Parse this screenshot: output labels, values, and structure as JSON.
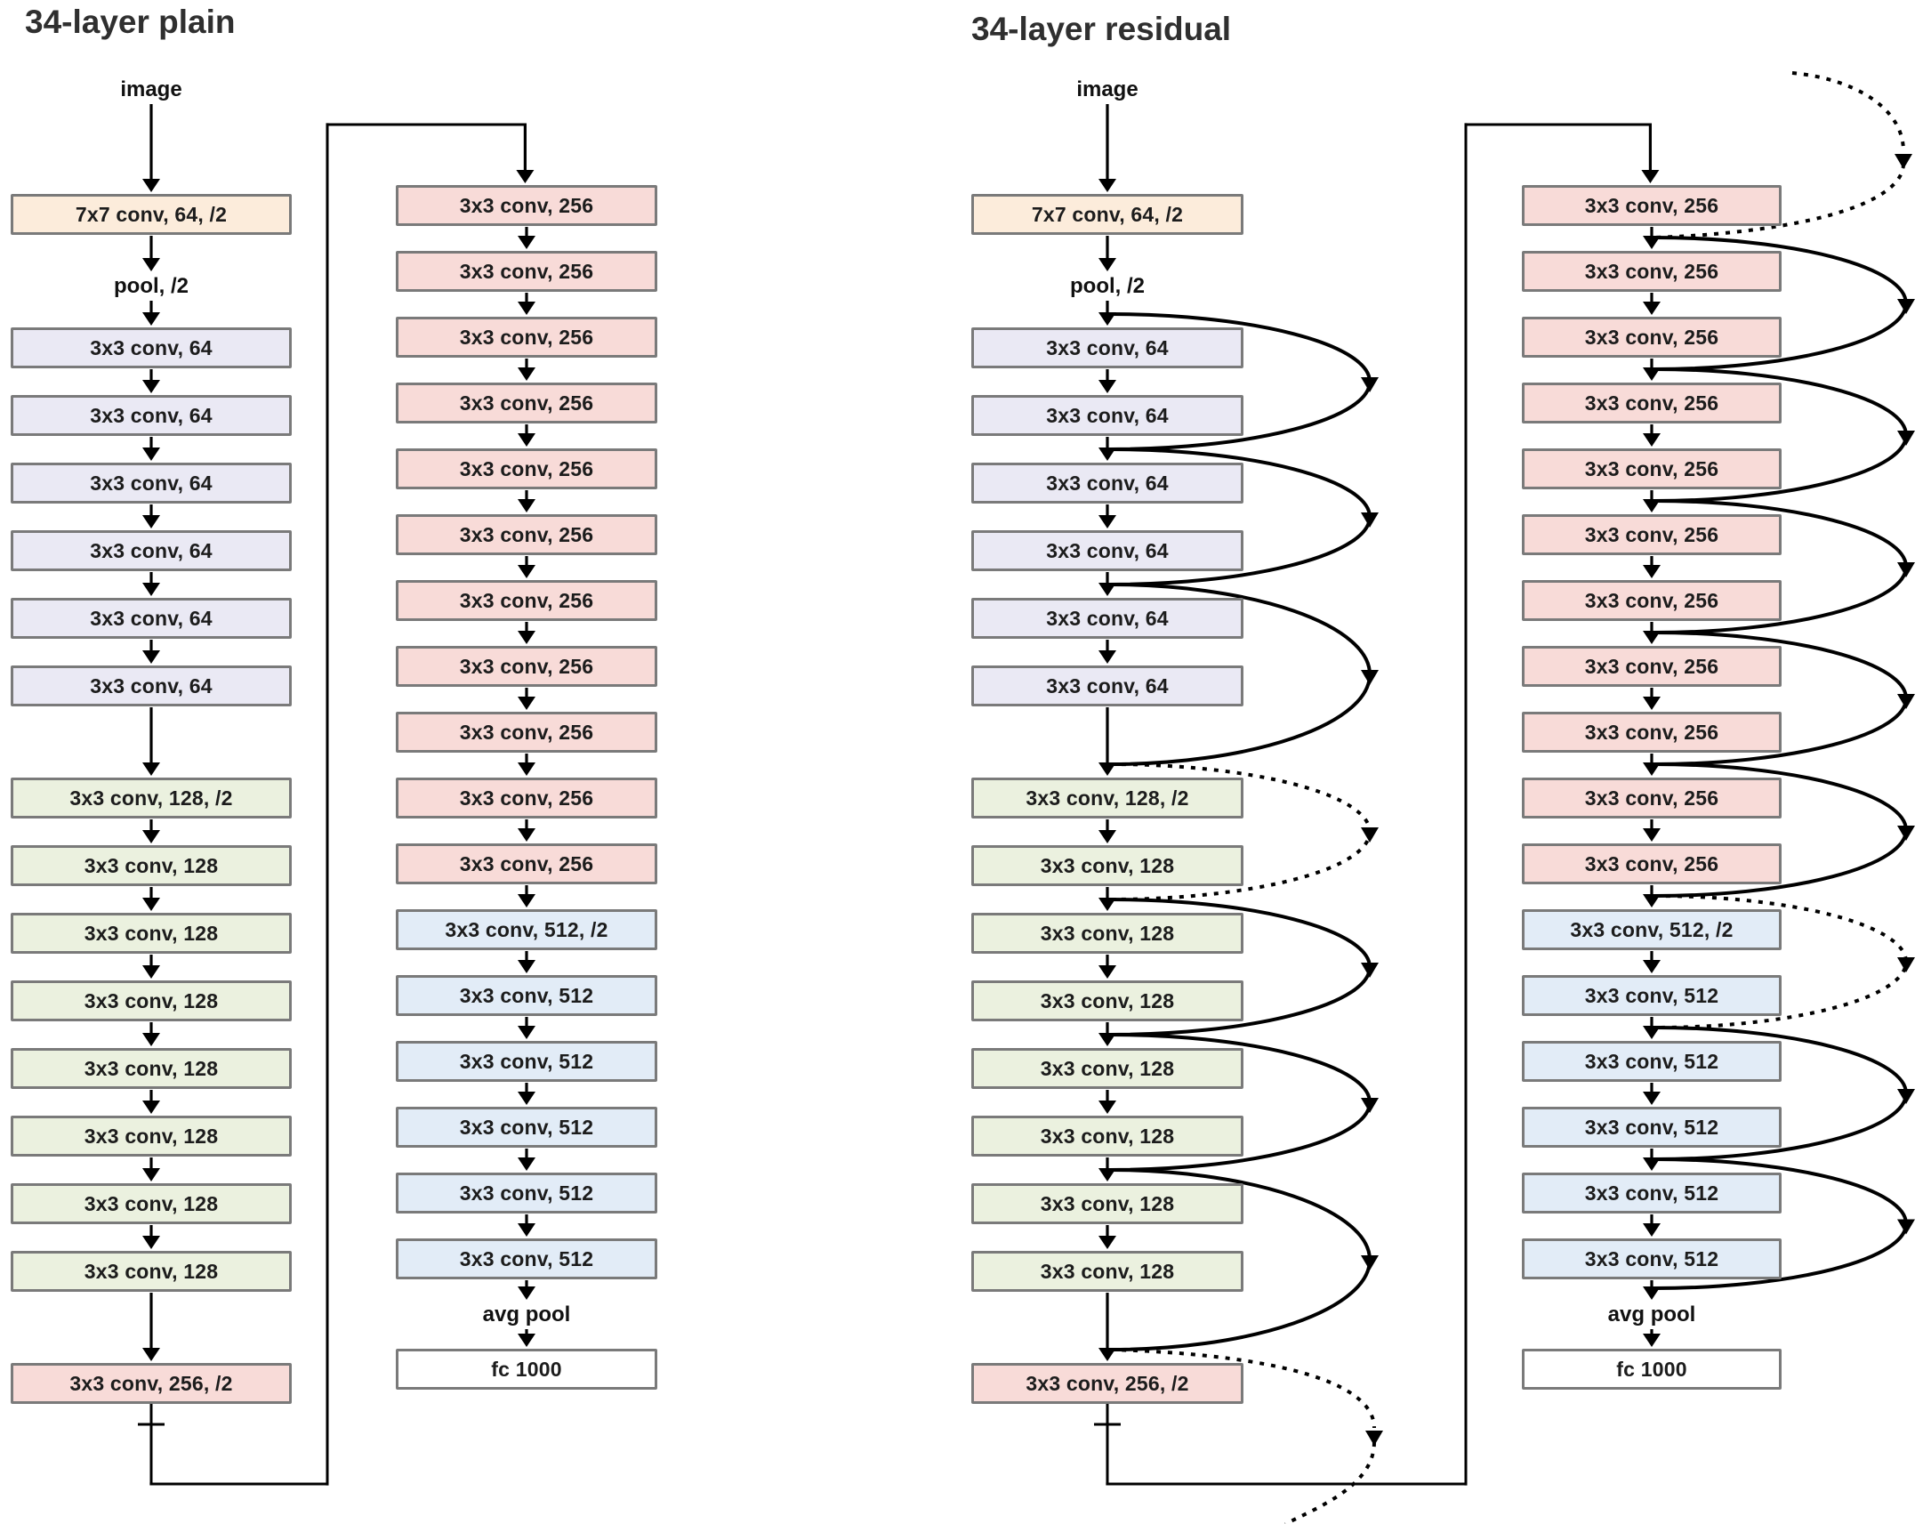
{
  "figure": {
    "background": "#ffffff"
  },
  "colors": {
    "orange": "#fcecdb",
    "lavender": "#eae9f4",
    "green": "#ebf1df",
    "pink": "#f8dbd8",
    "blue": "#e2ecf7",
    "white": "#ffffff",
    "box_border": "#7a7a7a",
    "line": "#000000",
    "title_text": "#2f2f2f",
    "label_text": "#111111"
  },
  "diagrams": [
    {
      "title": "34-layer plain",
      "residual": false,
      "col1": [
        {
          "kind": "text",
          "label": "image"
        },
        {
          "kind": "box",
          "label": "7x7 conv, 64, /2",
          "color": "orange"
        },
        {
          "kind": "text",
          "label": "pool, /2"
        },
        {
          "kind": "box",
          "label": "3x3 conv, 64",
          "color": "lavender"
        },
        {
          "kind": "box",
          "label": "3x3 conv, 64",
          "color": "lavender"
        },
        {
          "kind": "box",
          "label": "3x3 conv, 64",
          "color": "lavender"
        },
        {
          "kind": "box",
          "label": "3x3 conv, 64",
          "color": "lavender"
        },
        {
          "kind": "box",
          "label": "3x3 conv, 64",
          "color": "lavender"
        },
        {
          "kind": "box",
          "label": "3x3 conv, 64",
          "color": "lavender"
        },
        {
          "kind": "box",
          "label": "3x3 conv, 128, /2",
          "color": "green"
        },
        {
          "kind": "box",
          "label": "3x3 conv, 128",
          "color": "green"
        },
        {
          "kind": "box",
          "label": "3x3 conv, 128",
          "color": "green"
        },
        {
          "kind": "box",
          "label": "3x3 conv, 128",
          "color": "green"
        },
        {
          "kind": "box",
          "label": "3x3 conv, 128",
          "color": "green"
        },
        {
          "kind": "box",
          "label": "3x3 conv, 128",
          "color": "green"
        },
        {
          "kind": "box",
          "label": "3x3 conv, 128",
          "color": "green"
        },
        {
          "kind": "box",
          "label": "3x3 conv, 128",
          "color": "green"
        },
        {
          "kind": "box",
          "label": "3x3 conv, 256, /2",
          "color": "pink"
        }
      ],
      "col2": [
        {
          "kind": "box",
          "label": "3x3 conv, 256",
          "color": "pink"
        },
        {
          "kind": "box",
          "label": "3x3 conv, 256",
          "color": "pink"
        },
        {
          "kind": "box",
          "label": "3x3 conv, 256",
          "color": "pink"
        },
        {
          "kind": "box",
          "label": "3x3 conv, 256",
          "color": "pink"
        },
        {
          "kind": "box",
          "label": "3x3 conv, 256",
          "color": "pink"
        },
        {
          "kind": "box",
          "label": "3x3 conv, 256",
          "color": "pink"
        },
        {
          "kind": "box",
          "label": "3x3 conv, 256",
          "color": "pink"
        },
        {
          "kind": "box",
          "label": "3x3 conv, 256",
          "color": "pink"
        },
        {
          "kind": "box",
          "label": "3x3 conv, 256",
          "color": "pink"
        },
        {
          "kind": "box",
          "label": "3x3 conv, 256",
          "color": "pink"
        },
        {
          "kind": "box",
          "label": "3x3 conv, 256",
          "color": "pink"
        },
        {
          "kind": "box",
          "label": "3x3 conv, 512, /2",
          "color": "blue"
        },
        {
          "kind": "box",
          "label": "3x3 conv, 512",
          "color": "blue"
        },
        {
          "kind": "box",
          "label": "3x3 conv, 512",
          "color": "blue"
        },
        {
          "kind": "box",
          "label": "3x3 conv, 512",
          "color": "blue"
        },
        {
          "kind": "box",
          "label": "3x3 conv, 512",
          "color": "blue"
        },
        {
          "kind": "box",
          "label": "3x3 conv, 512",
          "color": "blue"
        },
        {
          "kind": "text",
          "label": "avg pool"
        },
        {
          "kind": "box",
          "label": "fc 1000",
          "color": "white"
        }
      ],
      "shortcuts": {
        "col1": [],
        "col2": []
      }
    },
    {
      "title": "34-layer residual",
      "residual": true,
      "col1": [
        {
          "kind": "text",
          "label": "image"
        },
        {
          "kind": "box",
          "label": "7x7 conv, 64, /2",
          "color": "orange"
        },
        {
          "kind": "text",
          "label": "pool, /2"
        },
        {
          "kind": "box",
          "label": "3x3 conv, 64",
          "color": "lavender"
        },
        {
          "kind": "box",
          "label": "3x3 conv, 64",
          "color": "lavender"
        },
        {
          "kind": "box",
          "label": "3x3 conv, 64",
          "color": "lavender"
        },
        {
          "kind": "box",
          "label": "3x3 conv, 64",
          "color": "lavender"
        },
        {
          "kind": "box",
          "label": "3x3 conv, 64",
          "color": "lavender"
        },
        {
          "kind": "box",
          "label": "3x3 conv, 64",
          "color": "lavender"
        },
        {
          "kind": "box",
          "label": "3x3 conv, 128, /2",
          "color": "green"
        },
        {
          "kind": "box",
          "label": "3x3 conv, 128",
          "color": "green"
        },
        {
          "kind": "box",
          "label": "3x3 conv, 128",
          "color": "green"
        },
        {
          "kind": "box",
          "label": "3x3 conv, 128",
          "color": "green"
        },
        {
          "kind": "box",
          "label": "3x3 conv, 128",
          "color": "green"
        },
        {
          "kind": "box",
          "label": "3x3 conv, 128",
          "color": "green"
        },
        {
          "kind": "box",
          "label": "3x3 conv, 128",
          "color": "green"
        },
        {
          "kind": "box",
          "label": "3x3 conv, 128",
          "color": "green"
        },
        {
          "kind": "box",
          "label": "3x3 conv, 256, /2",
          "color": "pink"
        }
      ],
      "col2": [
        {
          "kind": "box",
          "label": "3x3 conv, 256",
          "color": "pink"
        },
        {
          "kind": "box",
          "label": "3x3 conv, 256",
          "color": "pink"
        },
        {
          "kind": "box",
          "label": "3x3 conv, 256",
          "color": "pink"
        },
        {
          "kind": "box",
          "label": "3x3 conv, 256",
          "color": "pink"
        },
        {
          "kind": "box",
          "label": "3x3 conv, 256",
          "color": "pink"
        },
        {
          "kind": "box",
          "label": "3x3 conv, 256",
          "color": "pink"
        },
        {
          "kind": "box",
          "label": "3x3 conv, 256",
          "color": "pink"
        },
        {
          "kind": "box",
          "label": "3x3 conv, 256",
          "color": "pink"
        },
        {
          "kind": "box",
          "label": "3x3 conv, 256",
          "color": "pink"
        },
        {
          "kind": "box",
          "label": "3x3 conv, 256",
          "color": "pink"
        },
        {
          "kind": "box",
          "label": "3x3 conv, 256",
          "color": "pink"
        },
        {
          "kind": "box",
          "label": "3x3 conv, 512, /2",
          "color": "blue"
        },
        {
          "kind": "box",
          "label": "3x3 conv, 512",
          "color": "blue"
        },
        {
          "kind": "box",
          "label": "3x3 conv, 512",
          "color": "blue"
        },
        {
          "kind": "box",
          "label": "3x3 conv, 512",
          "color": "blue"
        },
        {
          "kind": "box",
          "label": "3x3 conv, 512",
          "color": "blue"
        },
        {
          "kind": "box",
          "label": "3x3 conv, 512",
          "color": "blue"
        },
        {
          "kind": "text",
          "label": "avg pool"
        },
        {
          "kind": "box",
          "label": "fc 1000",
          "color": "white"
        }
      ],
      "shortcuts": {
        "col1": [
          {
            "from": 3,
            "to": 5,
            "dashed": false
          },
          {
            "from": 5,
            "to": 7,
            "dashed": false
          },
          {
            "from": 7,
            "to": 9,
            "dashed": false
          },
          {
            "from": 9,
            "to": 11,
            "dashed": true
          },
          {
            "from": 11,
            "to": 13,
            "dashed": false
          },
          {
            "from": 13,
            "to": 15,
            "dashed": false
          },
          {
            "from": 15,
            "to": 17,
            "dashed": false
          },
          {
            "from": 17,
            "to": "exit-bottom",
            "dashed": true
          }
        ],
        "col2": [
          {
            "from": "enter-top",
            "to": 1,
            "dashed": true
          },
          {
            "from": 1,
            "to": 3,
            "dashed": false
          },
          {
            "from": 3,
            "to": 5,
            "dashed": false
          },
          {
            "from": 5,
            "to": 7,
            "dashed": false
          },
          {
            "from": 7,
            "to": 9,
            "dashed": false
          },
          {
            "from": 9,
            "to": 11,
            "dashed": false
          },
          {
            "from": 11,
            "to": 13,
            "dashed": true
          },
          {
            "from": 13,
            "to": 15,
            "dashed": false
          },
          {
            "from": 15,
            "to": 17,
            "dashed": false
          }
        ]
      }
    }
  ]
}
